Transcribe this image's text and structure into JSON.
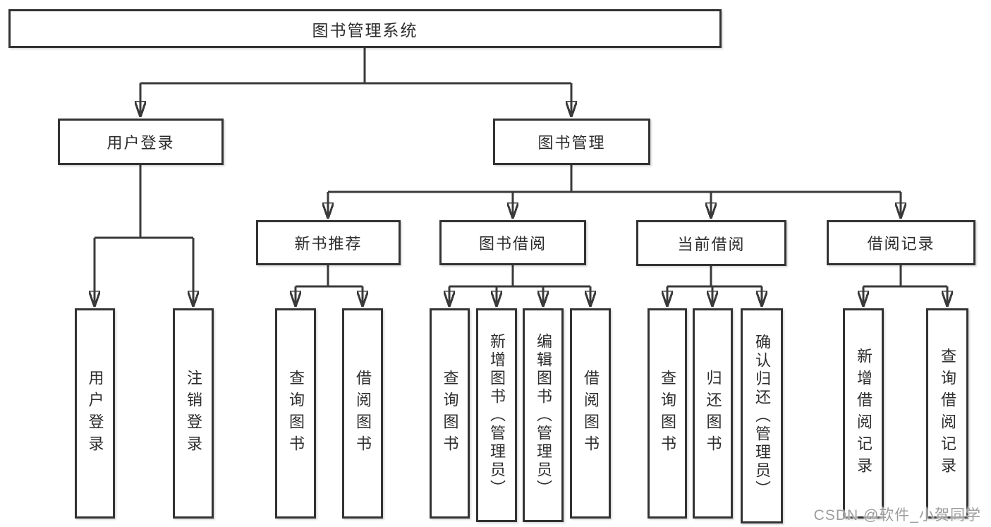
{
  "diagram": {
    "root_label": "图书管理系统",
    "branches": [
      {
        "label": "用户登录",
        "children": [
          {
            "label": "用户登录"
          },
          {
            "label": "注销登录"
          }
        ]
      },
      {
        "label": "图书管理",
        "children": [
          {
            "label": "新书推荐",
            "children": [
              {
                "label": "查询图书"
              },
              {
                "label": "借阅图书"
              }
            ]
          },
          {
            "label": "图书借阅",
            "children": [
              {
                "label": "查询图书"
              },
              {
                "label": "新增图书（管理员）"
              },
              {
                "label": "编辑图书（管理员）"
              },
              {
                "label": "借阅图书"
              }
            ]
          },
          {
            "label": "当前借阅",
            "children": [
              {
                "label": "查询图书"
              },
              {
                "label": "归还图书"
              },
              {
                "label": "确认归还（管理员）"
              }
            ]
          },
          {
            "label": "借阅记录",
            "children": [
              {
                "label": "新增借阅记录"
              },
              {
                "label": "查询借阅记录"
              }
            ]
          }
        ]
      }
    ]
  },
  "watermark": {
    "text": "CSDN @软件_小贺同学"
  },
  "colors": {
    "line": "#3a3a3a",
    "box_border": "#333333",
    "text": "#2d2d2d",
    "background": "#ffffff",
    "watermark": "#9d9d9d"
  }
}
